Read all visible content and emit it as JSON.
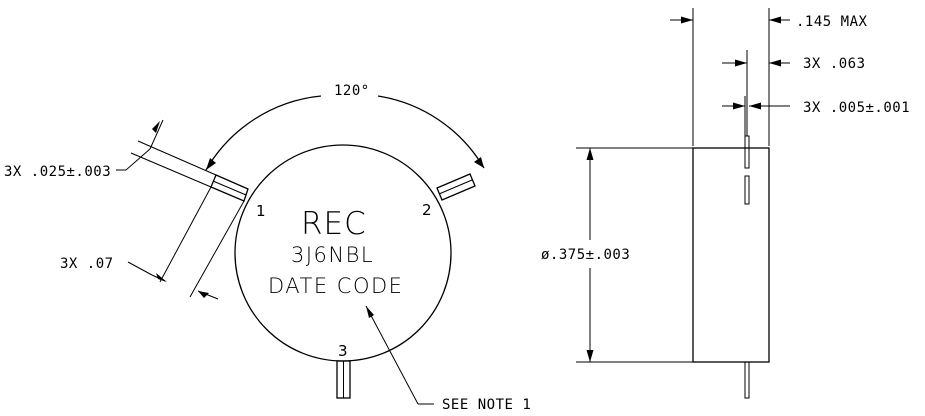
{
  "top_view": {
    "angle_label": "120°",
    "pin_width_label": "3X .025±.003",
    "pin_length_label": "3X .07",
    "pins": [
      "1",
      "2",
      "3"
    ],
    "marking": {
      "brand": "REC",
      "part_number": "3J6NBL",
      "date_code": "DATE CODE"
    },
    "note_callout": "SEE NOTE 1"
  },
  "side_view": {
    "height_label": ".145 MAX",
    "pin_spacing_label": "3X .063",
    "pin_thickness_label": "3X .005±.001",
    "diameter_label": "ø.375±.003"
  }
}
